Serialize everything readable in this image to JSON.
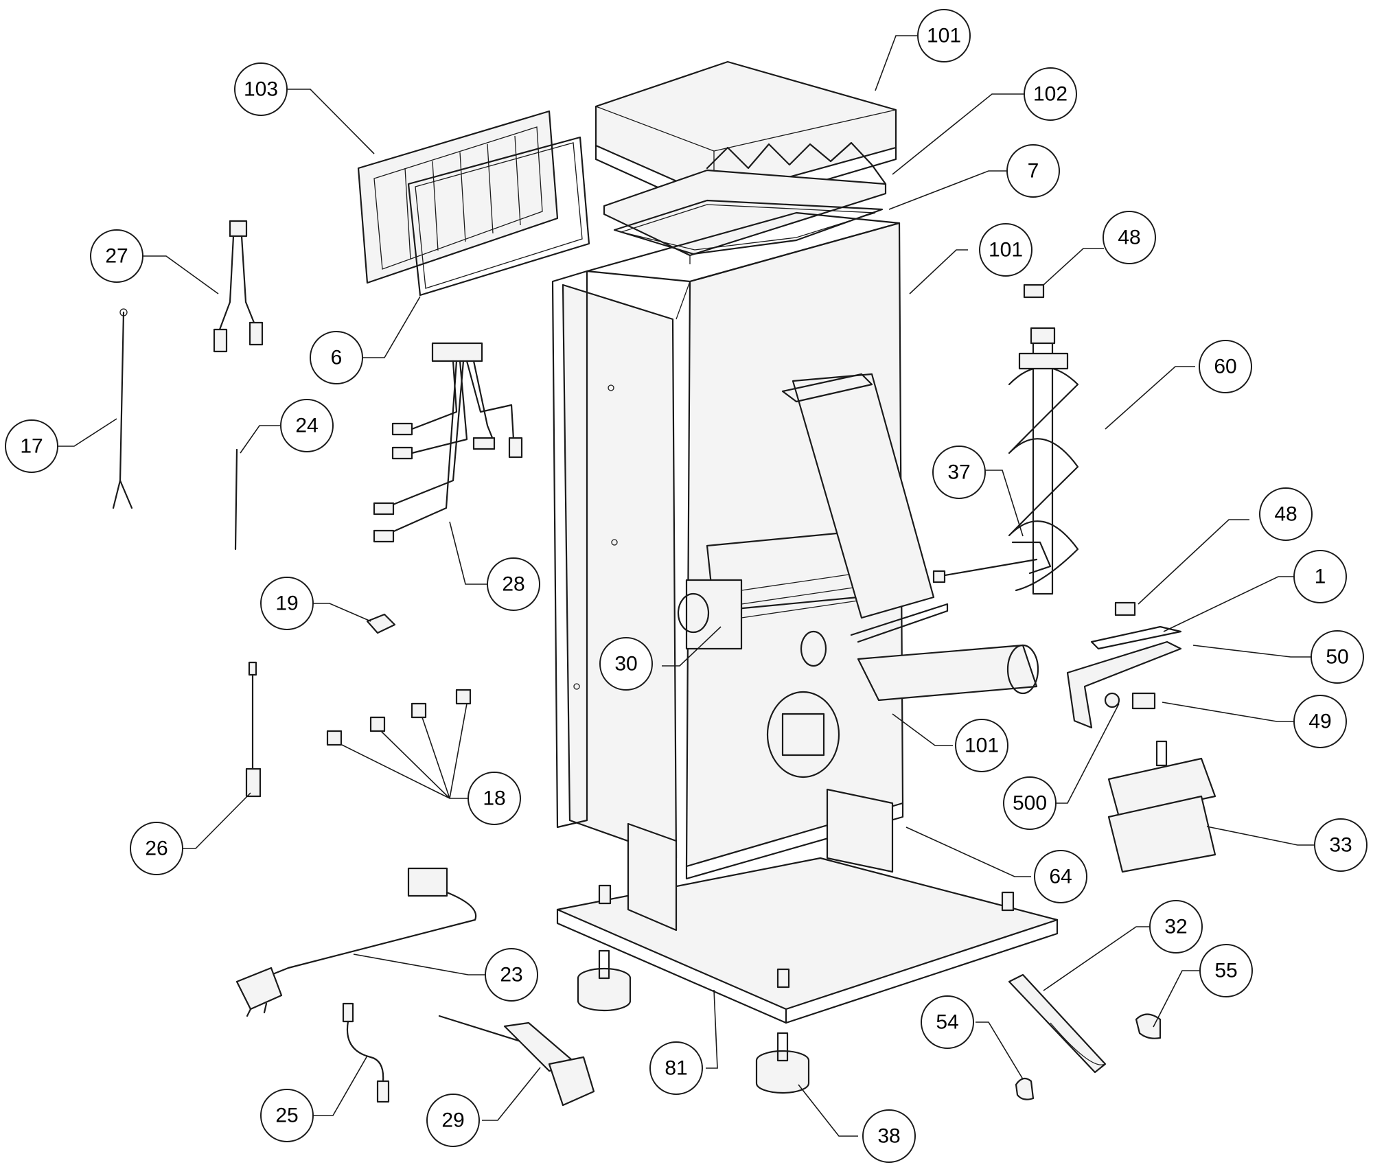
{
  "diagram": {
    "callouts": [
      {
        "id": "c101a",
        "label": "101"
      },
      {
        "id": "c103",
        "label": "103"
      },
      {
        "id": "c102",
        "label": "102"
      },
      {
        "id": "c7",
        "label": "7"
      },
      {
        "id": "c27",
        "label": "27"
      },
      {
        "id": "c101b",
        "label": "101"
      },
      {
        "id": "c48a",
        "label": "48"
      },
      {
        "id": "c6",
        "label": "6"
      },
      {
        "id": "c60",
        "label": "60"
      },
      {
        "id": "c17",
        "label": "17"
      },
      {
        "id": "c24",
        "label": "24"
      },
      {
        "id": "c37",
        "label": "37"
      },
      {
        "id": "c48b",
        "label": "48"
      },
      {
        "id": "c28",
        "label": "28"
      },
      {
        "id": "c1",
        "label": "1"
      },
      {
        "id": "c19",
        "label": "19"
      },
      {
        "id": "c50",
        "label": "50"
      },
      {
        "id": "c30",
        "label": "30"
      },
      {
        "id": "c49",
        "label": "49"
      },
      {
        "id": "c101c",
        "label": "101"
      },
      {
        "id": "c18",
        "label": "18"
      },
      {
        "id": "c500",
        "label": "500"
      },
      {
        "id": "c26",
        "label": "26"
      },
      {
        "id": "c33",
        "label": "33"
      },
      {
        "id": "c64",
        "label": "64"
      },
      {
        "id": "c32",
        "label": "32"
      },
      {
        "id": "c23",
        "label": "23"
      },
      {
        "id": "c55",
        "label": "55"
      },
      {
        "id": "c54",
        "label": "54"
      },
      {
        "id": "c81",
        "label": "81"
      },
      {
        "id": "c25",
        "label": "25"
      },
      {
        "id": "c29",
        "label": "29"
      },
      {
        "id": "c38",
        "label": "38"
      }
    ]
  }
}
